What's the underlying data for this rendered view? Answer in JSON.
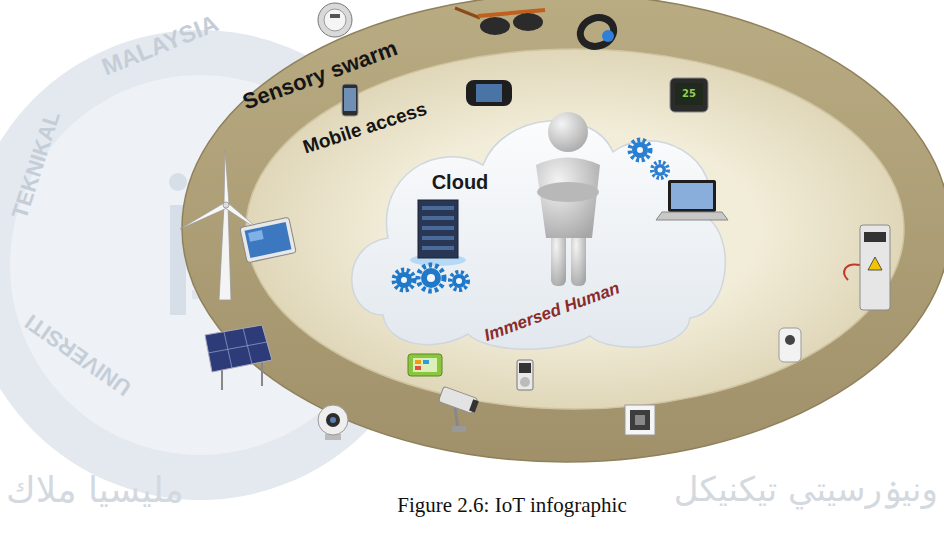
{
  "diagram": {
    "caption": "Figure 2.6: IoT infographic",
    "nodes": [
      {
        "text": [
          "Sensory swarm"
        ]
      },
      {
        "text": [
          "Mobile access"
        ],
        "in": 0
      },
      {
        "text": [
          "Cloud",
          "Immersed Human"
        ],
        "in": 1
      }
    ],
    "labels": [
      "25",
      "MALAYSIA",
      "TEKNIKAL",
      "UNIVERSITI",
      "مليسيا ملاك",
      "ونيۏرسيتي تيكنيكل"
    ]
  }
}
